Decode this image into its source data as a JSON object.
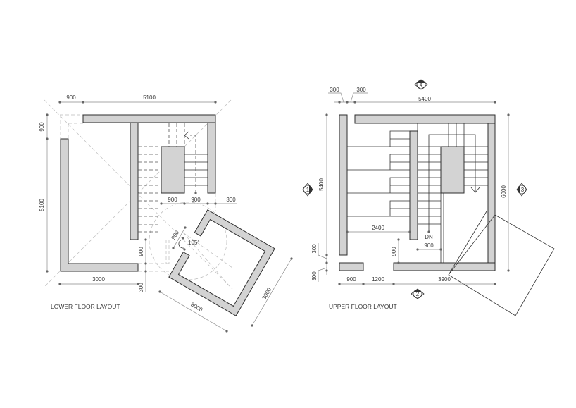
{
  "lower": {
    "title": "LOWER FLOOR LAYOUT",
    "dims": {
      "top_a": "900",
      "top_b": "5100",
      "left_a": "900",
      "left_b": "5100",
      "bottom": "3000",
      "stair_a": "900",
      "stair_b": "900",
      "stair_c": "300",
      "door_gap": "900",
      "door_off": "300",
      "radius": "900",
      "angle": "105°",
      "box_w": "3000",
      "box_h": "3000"
    }
  },
  "upper": {
    "title": "UPPER FLOOR LAYOUT",
    "dims": {
      "top_a": "300",
      "top_b": "300",
      "top_c": "5400",
      "left": "5400",
      "left_a": "300",
      "left_b": "300",
      "right": "6000",
      "inner": "2400",
      "landing": "900",
      "landing_v": "900",
      "bottom_a": "900",
      "bottom_b": "1200",
      "bottom_c": "3900"
    },
    "stair_label": "DN",
    "markers": {
      "n1": "1",
      "n2": "2",
      "n3": "3",
      "n4": "4"
    }
  },
  "colors": {
    "wall": "#d3d3d3",
    "line": "#2e2e2e",
    "dim": "#8a8a8a"
  }
}
